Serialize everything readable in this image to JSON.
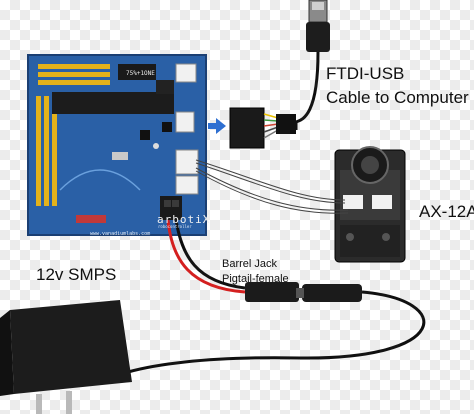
{
  "labels": {
    "ftdi_line1": "FTDI-USB",
    "ftdi_line2": "Cable to Computer",
    "servo": "AX-12A",
    "power_supply": "12v SMPS",
    "jack_line1": "Barrel Jack",
    "jack_line2": "Pigtail-female"
  },
  "board": {
    "brand": "arbotiX",
    "subtitle": "robocontroller",
    "chip": "75%+1ONE",
    "url": "www.vanadiumlabs.com"
  },
  "colors": {
    "board_blue": "#2a60a6",
    "board_edge": "#1b3f73",
    "wire_red": "#d42020",
    "wire_black": "#111111",
    "connector_white": "#f1f1f1",
    "arrow_blue": "#2e6fd1"
  },
  "icons": [
    "usb-plug-icon",
    "ftdi-connector-icon",
    "servo-icon",
    "power-adapter-icon",
    "barrel-jack-icon",
    "arrow-right-icon"
  ]
}
